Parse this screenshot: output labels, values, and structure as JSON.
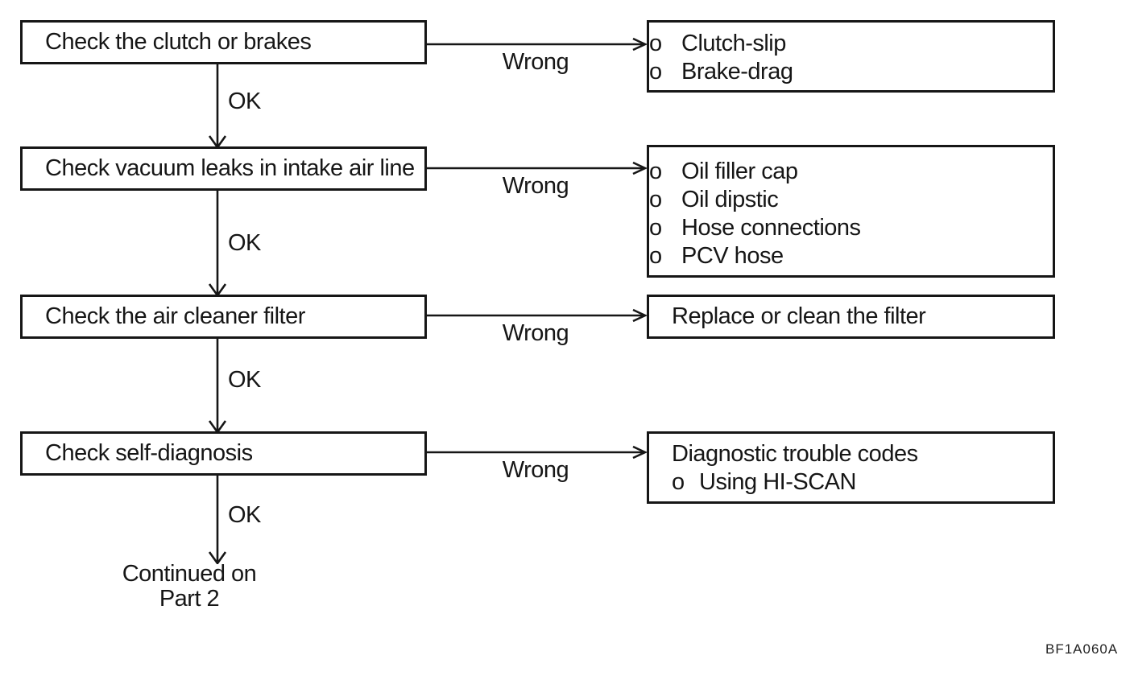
{
  "figure_code": "BF1A060A",
  "colors": {
    "ink": "#161616",
    "paper": "#ffffff"
  },
  "flowchart": {
    "rows": [
      {
        "step": "Check the clutch or brakes",
        "branch_label": "Wrong",
        "ok_label": "OK",
        "results": [
          {
            "marker": "o",
            "text": "Clutch-slip"
          },
          {
            "marker": "o",
            "text": "Brake-drag"
          }
        ]
      },
      {
        "step": "Check vacuum leaks in intake air line",
        "branch_label": "Wrong",
        "ok_label": "OK",
        "results": [
          {
            "marker": "o",
            "text": "Oil filler cap"
          },
          {
            "marker": "o",
            "text": "Oil dipstic"
          },
          {
            "marker": "o",
            "text": "Hose connections"
          },
          {
            "marker": "o",
            "text": "PCV hose"
          }
        ]
      },
      {
        "step": "Check the air cleaner filter",
        "branch_label": "Wrong",
        "ok_label": "OK",
        "results": [
          {
            "marker": "",
            "text": "Replace or clean the filter"
          }
        ]
      },
      {
        "step": "Check self-diagnosis",
        "branch_label": "Wrong",
        "ok_label": "OK",
        "results": [
          {
            "marker": "",
            "text": "Diagnostic trouble codes"
          },
          {
            "marker": "o",
            "text": "Using HI-SCAN"
          }
        ]
      }
    ],
    "continuation": {
      "line1": "Continued on",
      "line2": "Part 2"
    }
  }
}
